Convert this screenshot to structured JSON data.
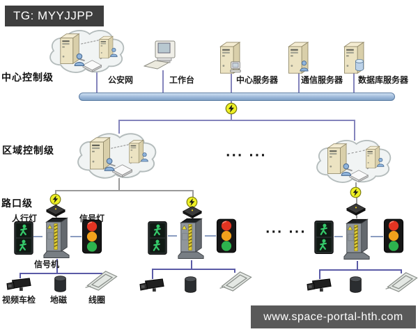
{
  "watermark_top": {
    "text": "TG: MYYJJPP"
  },
  "watermark_bottom": {
    "text": "www.space-portal-hth.com"
  },
  "levels": {
    "central": {
      "label": "中心控制级"
    },
    "regional": {
      "label": "区域控制级"
    },
    "intersection": {
      "label": "路口级"
    }
  },
  "central_level": {
    "nodes": [
      {
        "label": "公安网",
        "icon": "cloud-with-servers"
      },
      {
        "label": "工作台",
        "icon": "workstation"
      },
      {
        "label": "中心服务器",
        "icon": "server-tower-with-terminal"
      },
      {
        "label": "通信服务器",
        "icon": "server-tower-with-user"
      },
      {
        "label": "数据库服务器",
        "icon": "server-tower-with-database"
      }
    ]
  },
  "regional_level": {
    "ellipsis": "··· ···"
  },
  "intersection_level": {
    "ellipsis": "··· ···",
    "labels": {
      "pedestrian_light": "人行灯",
      "signal_light": "信号灯",
      "signal_controller": "信号机",
      "video_detector": "视频车检",
      "magnetometer": "地磁",
      "loop_coil": "线圈"
    }
  },
  "colors": {
    "bus_bar": "#9db9da",
    "line_purple": "#8484bc",
    "line_gray": "#9a9a9a",
    "line_blue": "#5a5aa6",
    "bolt_yellow": "#eef024",
    "light_red": "#e33422",
    "light_amber": "#f2a11c",
    "light_green": "#2db34e",
    "banner_bg": "#4a4a4a"
  }
}
